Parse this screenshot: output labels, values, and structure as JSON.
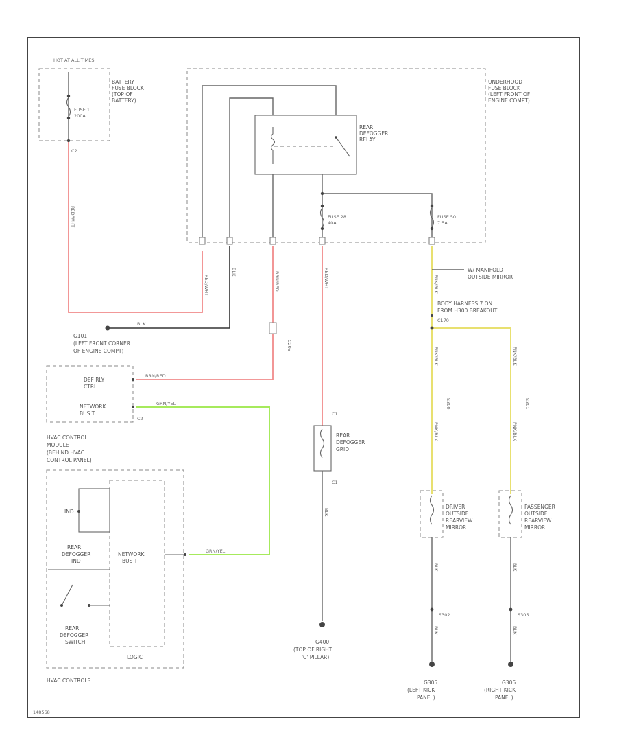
{
  "fuse_battery": {
    "hot_label": "HOT AT ALL TIMES",
    "block_label": [
      "BATTERY",
      "FUSE BLOCK",
      "(TOP OF",
      "BATTERY)"
    ],
    "fuse_label": [
      "FUSE 1",
      "200A"
    ]
  },
  "underhood": {
    "block_label": [
      "UNDERHOOD",
      "FUSE BLOCK",
      "(LEFT FRONT OF",
      "ENGINE COMPT)"
    ],
    "relay_label": [
      "REAR",
      "DEFOGGER",
      "RELAY"
    ],
    "fuse_a": [
      "FUSE 28",
      "40A"
    ],
    "fuse_b": [
      "FUSE 50",
      "7.5A"
    ]
  },
  "wires": {
    "red_wht": "RED/WHT",
    "blk": "BLK",
    "brn_red": "BRN/RED",
    "grn_yel": "GRN/YEL",
    "pnk_blk": "PNK/BLK"
  },
  "ground_main": {
    "id": "G101",
    "label": [
      "(LEFT FRONT CORNER",
      "OF ENGINE COMPT)"
    ]
  },
  "hvac_module": {
    "label": [
      "HVAC CONTROL",
      "MODULE",
      "(BEHIND HVAC",
      "CONTROL PANEL)"
    ],
    "pin_a": [
      "DEF RLY",
      "CTRL"
    ],
    "pin_b": [
      "NETWORK",
      "BUS T"
    ]
  },
  "hvac_controls": {
    "label": "HVAC CONTROLS",
    "ind": "IND",
    "defog_ind": [
      "REAR",
      "DEFOGGER",
      "IND"
    ],
    "network": [
      "NETWORK",
      "BUS T"
    ],
    "switch": [
      "REAR",
      "DEFOGGER",
      "SWITCH"
    ],
    "logic": "LOGIC"
  },
  "defog_grid": {
    "label": [
      "REAR",
      "DEFOGGER",
      "GRID"
    ]
  },
  "ground_grid": {
    "id": "G400",
    "label": [
      "(TOP OF RIGHT",
      "'C' PILLAR)"
    ]
  },
  "mirror_note": [
    "W/ MANIFOLD",
    "OUTSIDE MIRROR"
  ],
  "harness_note": [
    "BODY HARNESS 7 ON",
    "FROM H300 BREAKOUT",
    "C170"
  ],
  "driver_mirror": {
    "label": [
      "DRIVER",
      "OUTSIDE",
      "REARVIEW",
      "MIRROR"
    ]
  },
  "passenger_mirror": {
    "label": [
      "PASSENGER",
      "OUTSIDE",
      "REARVIEW",
      "MIRROR"
    ]
  },
  "ground_left": {
    "id": "G305",
    "label": [
      "(LEFT KICK",
      "PANEL)"
    ]
  },
  "ground_right": {
    "id": "G306",
    "label": [
      "(RIGHT KICK",
      "PANEL)"
    ]
  },
  "splices": {
    "left": "S302",
    "right": "S305"
  },
  "connectors": {
    "c2": "C2",
    "c1": "C1",
    "c205": "C205",
    "s300": "S300",
    "s301": "S301"
  },
  "footer_code": "148568"
}
